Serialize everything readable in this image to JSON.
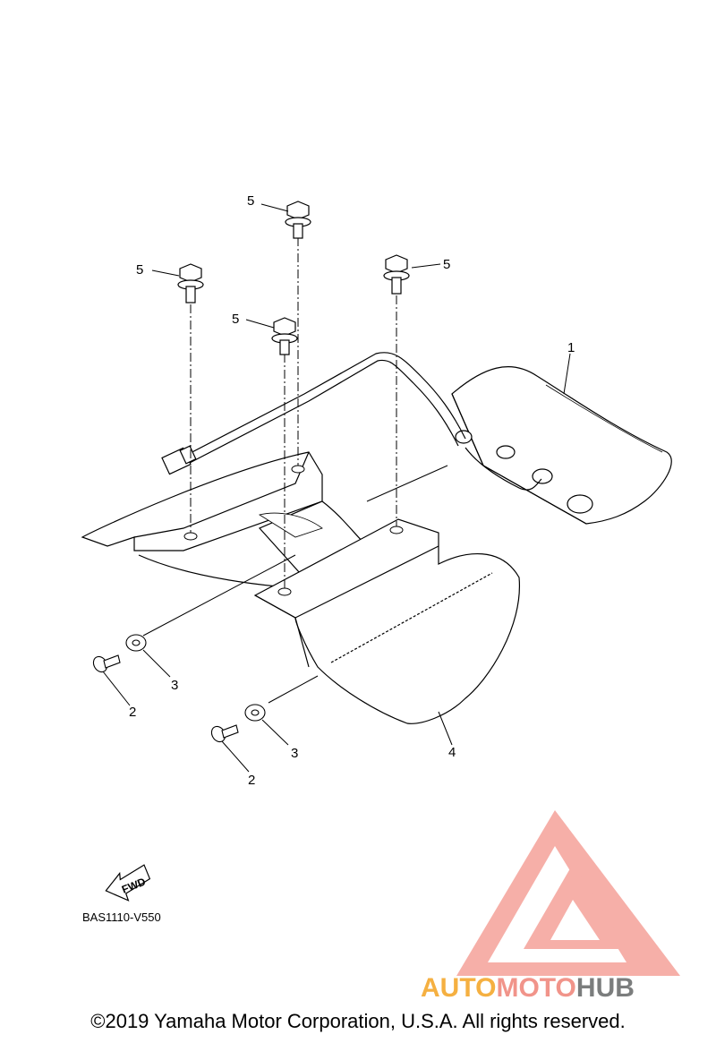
{
  "callouts": {
    "part1": "1",
    "part2a": "2",
    "part2b": "2",
    "part3a": "3",
    "part3b": "3",
    "part4": "4",
    "part5a": "5",
    "part5b": "5",
    "part5c": "5",
    "part5d": "5"
  },
  "fwd_label": "FWD",
  "diagram_code": "BAS1110-V550",
  "watermark": {
    "part1": "AUTO",
    "part2": "MOTO",
    "part3": "HUB",
    "color1": "#f5b041",
    "color2": "#f1948a",
    "color3": "#7b7d7d"
  },
  "copyright": "©2019 Yamaha Motor Corporation, U.S.A. All rights reserved."
}
